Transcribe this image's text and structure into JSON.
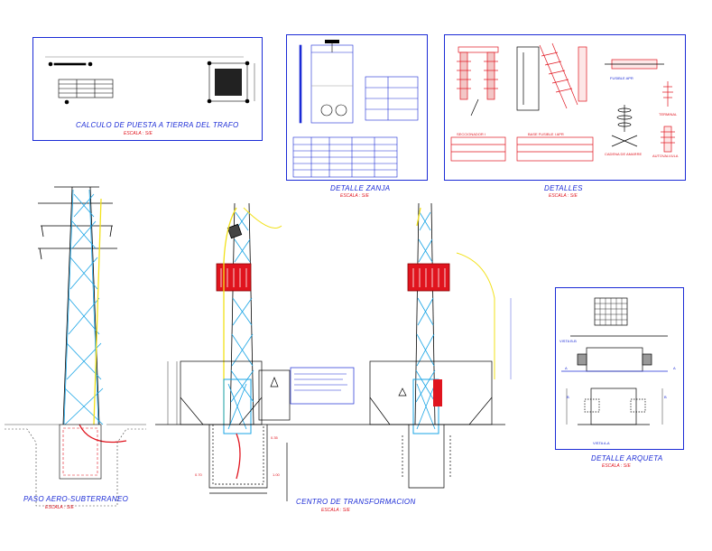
{
  "titles": {
    "calc_puesta_tierra": "CALCULO DE PUESTA A TIERRA DEL TRAFO",
    "calc_escala": "ESCALA : S/E",
    "detalle_zanja": "DETALLE ZANJA",
    "zanja_escala": "ESCALA : S/E",
    "detalles": "DETALLES",
    "detalles_escala": "ESCALA : S/E",
    "paso_aereo": "PASO AERO-SUBTERRANEO",
    "paso_escala": "ESCALA : S/E",
    "centro_transformacion": "CENTRO DE TRANSFORMACION",
    "centro_escala": "ESCALA : S/E",
    "detalle_arqueta": "DETALLE ARQUETA",
    "arqueta_escala": "ESCALA : S/E"
  },
  "labels": {
    "terminal": "TERMINAL",
    "autovalvula": "AUTOVALVULA",
    "cadena_amarre": "CADENA DE AMARRE",
    "seccionador": "SECCIONADOR I",
    "base_fusible": "BASE FUSIBLE I APR",
    "fusible_apr": "FUSIBLE APR",
    "vista_bb": "VISTA B-B",
    "vista_aa": "VISTA A-A",
    "mark_a": "A",
    "mark_b": "B",
    "val_035": "0.35",
    "val_070": "0.70",
    "val_100": "1.00"
  },
  "colors": {
    "frame": "#1b2bd6",
    "steel": "#1aa5e6",
    "cable": "#f2e11a",
    "accent": "#e0141e",
    "ground": "#444444"
  }
}
